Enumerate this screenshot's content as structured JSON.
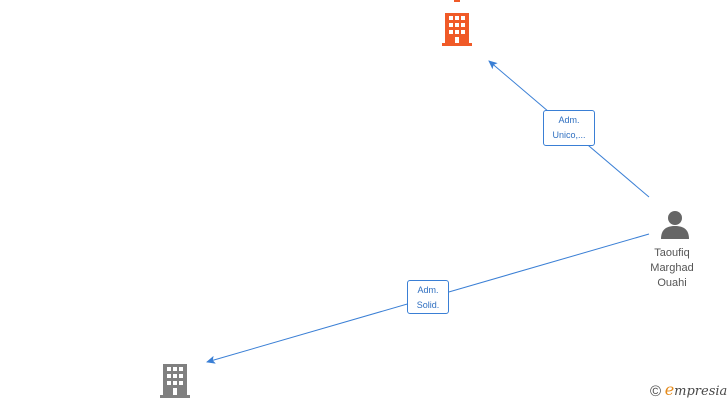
{
  "nodes": {
    "company_top": {
      "icon": "building-icon",
      "color": "#f05a28",
      "label": ""
    },
    "company_bottom": {
      "icon": "building-icon",
      "color": "#808080",
      "label": ""
    },
    "person": {
      "icon": "person-icon",
      "color": "#666666",
      "name_lines": [
        "Taoufiq",
        "Marghad",
        "Ouahi"
      ]
    }
  },
  "edges": [
    {
      "from": "person",
      "to": "company_top",
      "label_lines": [
        "Adm.",
        "Unico,..."
      ],
      "color": "#3a7fd5"
    },
    {
      "from": "person",
      "to": "company_bottom",
      "label_lines": [
        "Adm.",
        "Solid."
      ],
      "color": "#3a7fd5"
    }
  ],
  "brand": {
    "copyright_symbol": "©",
    "first_letter": "e",
    "rest": "mpresia"
  }
}
